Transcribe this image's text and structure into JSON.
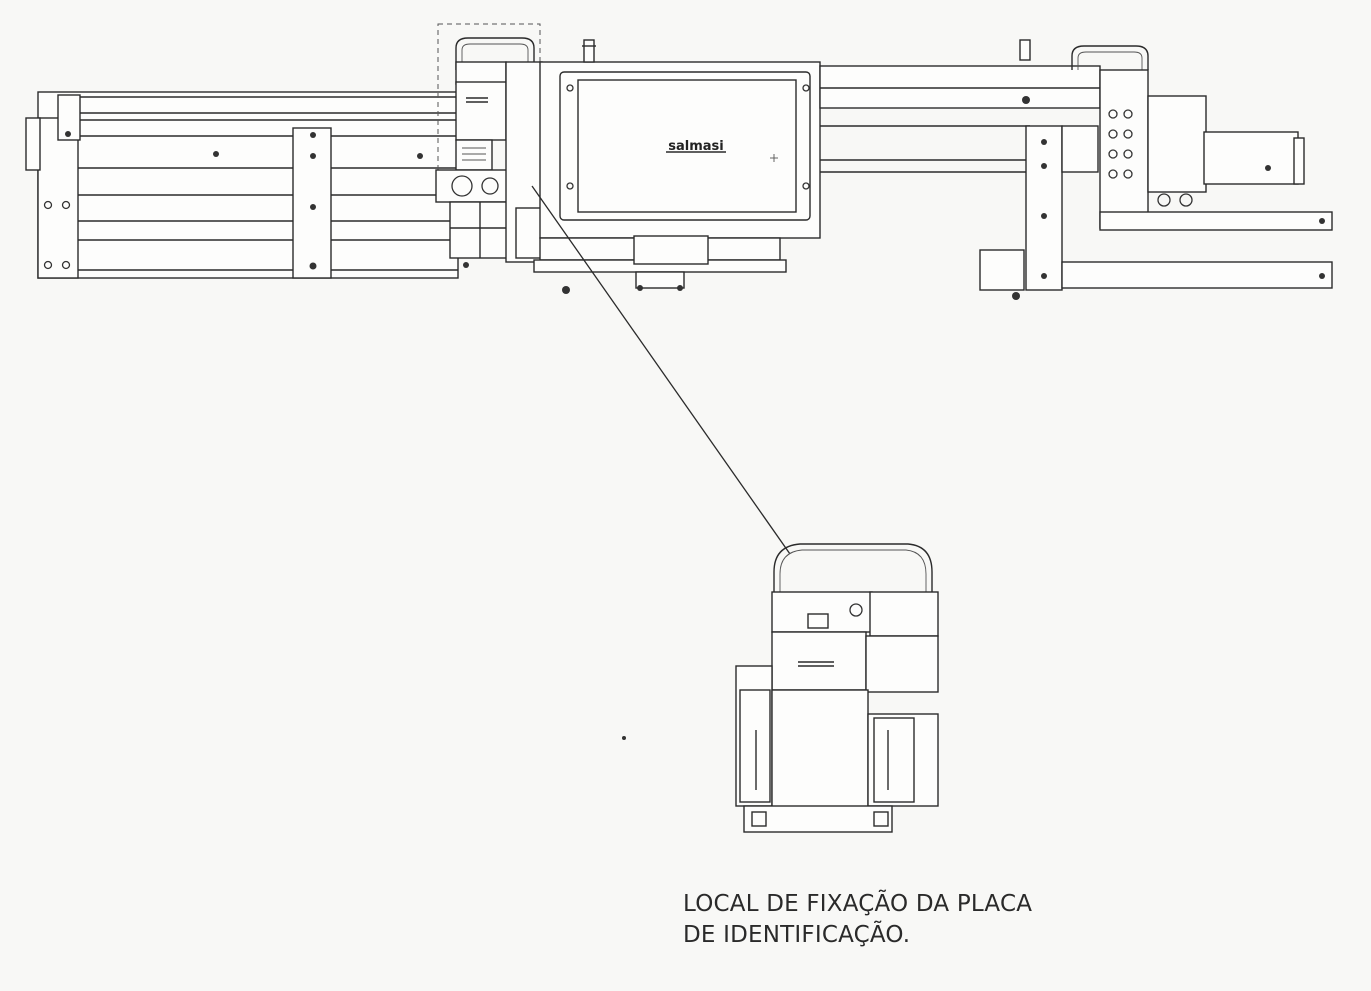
{
  "diagram": {
    "brand_label": "salmasi",
    "caption_line1": "LOCAL DE FIXAÇÃO DA PLACA",
    "caption_line2": "DE IDENTIFICAÇÃO.",
    "colors": {
      "line": "#2b2b2b",
      "paper": "#f8f8f6",
      "text": "#2a2a2a"
    }
  }
}
